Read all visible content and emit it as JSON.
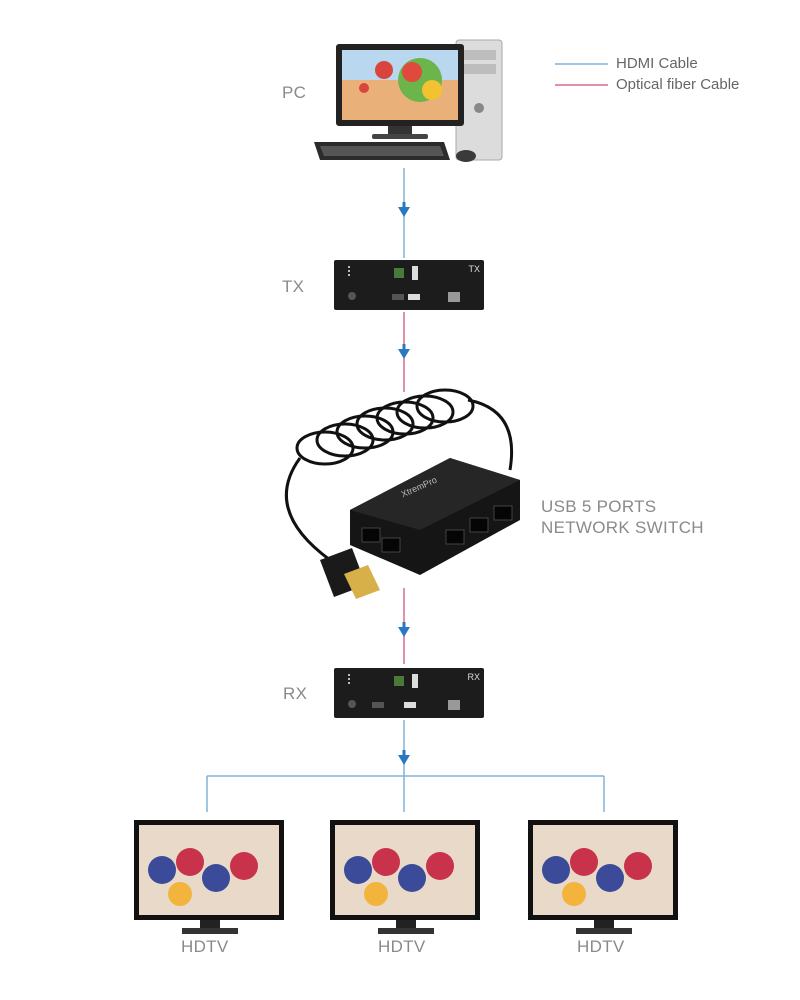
{
  "legend": {
    "hdmi": {
      "label": "HDMI Cable",
      "color": "#7fb3d8"
    },
    "fiber": {
      "label": "Optical fiber Cable",
      "color": "#d86a93"
    }
  },
  "nodes": {
    "pc": {
      "label": "PC"
    },
    "tx": {
      "label": "TX",
      "tag": "TX"
    },
    "switch": {
      "label_line1": "USB 5 PORTS",
      "label_line2": "NETWORK SWITCH",
      "brand": "XtremPro"
    },
    "rx": {
      "label": "RX",
      "tag": "RX"
    },
    "hdtvs": [
      {
        "label": "HDTV"
      },
      {
        "label": "HDTV"
      },
      {
        "label": "HDTV"
      }
    ]
  },
  "colors": {
    "arrow": "#2b78c2",
    "device": "#1c1c1c"
  }
}
